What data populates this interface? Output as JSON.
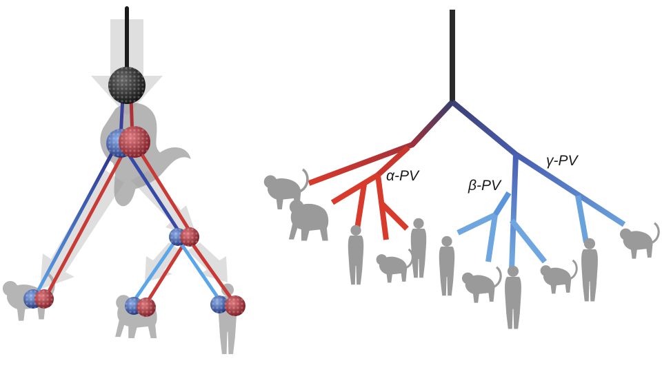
{
  "labels": {
    "alpha": "α-PV",
    "beta": "β-PV",
    "gamma": "γ-PV"
  },
  "colors": {
    "ancestor": "#2b2b2b",
    "alpha_clade": "#c8372d",
    "beta_clade": "#5a95dc",
    "gamma_clade": "#4a63b8",
    "host_silhouette": "#9a9a9a",
    "background_arrows": "#d8d8d8",
    "virion_dark": "#262626",
    "virion_blue": "#3e5aa8",
    "virion_red": "#b3323a"
  },
  "host_icons": [
    "monkey-icon",
    "ape-icon",
    "human-icon",
    "monkey-icon",
    "human-icon",
    "human-icon",
    "monkey-icon",
    "human-icon",
    "monkey-icon",
    "human-icon",
    "monkey-icon"
  ]
}
